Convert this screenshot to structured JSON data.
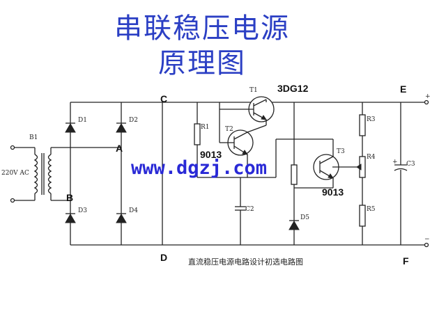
{
  "title": {
    "line1": "串联稳压电源",
    "line2": "原理图"
  },
  "nodes": {
    "A": "A",
    "B": "B",
    "C": "C",
    "D": "D",
    "E": "E",
    "F": "F"
  },
  "transistors": {
    "t1_label": "T1",
    "t2_label": "T2",
    "t3_label": "T3",
    "t1_model": "3DG12",
    "t2_model": "9013",
    "t3_model": "9013"
  },
  "diodes": {
    "d1": "D1",
    "d2": "D2",
    "d3": "D3",
    "d4": "D4",
    "d5": "D5"
  },
  "resistors": {
    "r1": "R1",
    "r3": "R3",
    "r4": "R4",
    "r5": "R5"
  },
  "capacitors": {
    "c2": "C2",
    "c3": "C3"
  },
  "transformer": {
    "label": "B1",
    "input": "220V AC"
  },
  "terminals": {
    "plus": "+",
    "minus": "−"
  },
  "watermark": "www.dgzj.com",
  "caption": "直流稳压电源电路设计初选电路图"
}
